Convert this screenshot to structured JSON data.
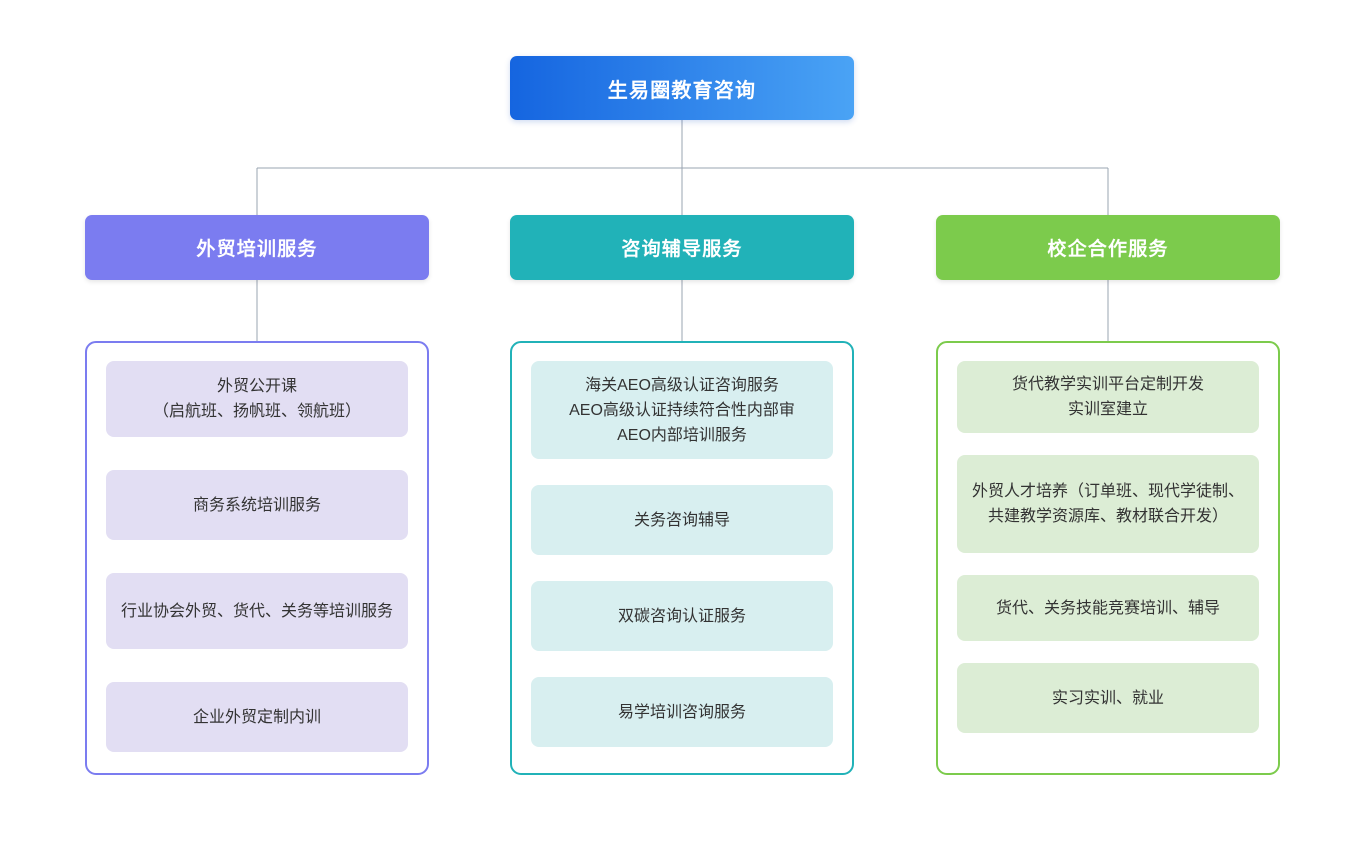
{
  "page": {
    "background_color": "#ffffff",
    "connector_color": "#9aa4b2",
    "text_color": "#333333"
  },
  "root": {
    "label": "生易圈教育咨询",
    "gradient_from": "#1565e0",
    "gradient_to": "#4aa3f5",
    "text_color": "#ffffff"
  },
  "branches": [
    {
      "id": "waimao-peixun",
      "header_label": "外贸培训服务",
      "header_color": "#7b7cf0",
      "border_color": "#7b7cf0",
      "card_color": "#e2def3",
      "items": [
        {
          "label": "外贸公开课\n（启航班、扬帆班、领航班）"
        },
        {
          "label": "商务系统培训服务"
        },
        {
          "label": "行业协会外贸、货代、关务等培训服务"
        },
        {
          "label": "企业外贸定制内训"
        }
      ]
    },
    {
      "id": "zixun-fudao",
      "header_label": "咨询辅导服务",
      "header_color": "#21b2b8",
      "border_color": "#21b2b8",
      "card_color": "#d8eff0",
      "items": [
        {
          "label": "海关AEO高级认证咨询服务\nAEO高级认证持续符合性内部审\nAEO内部培训服务"
        },
        {
          "label": "关务咨询辅导"
        },
        {
          "label": "双碳咨询认证服务"
        },
        {
          "label": "易学培训咨询服务"
        }
      ]
    },
    {
      "id": "xiaoqi-hezuo",
      "header_label": "校企合作服务",
      "header_color": "#7ccb4c",
      "border_color": "#7ccb4c",
      "card_color": "#dcedd5",
      "items": [
        {
          "label": "货代教学实训平台定制开发\n实训室建立"
        },
        {
          "label": "外贸人才培养（订单班、现代学徒制、共建教学资源库、教材联合开发）"
        },
        {
          "label": "货代、关务技能竞赛培训、辅导"
        },
        {
          "label": "实习实训、就业"
        }
      ]
    }
  ]
}
